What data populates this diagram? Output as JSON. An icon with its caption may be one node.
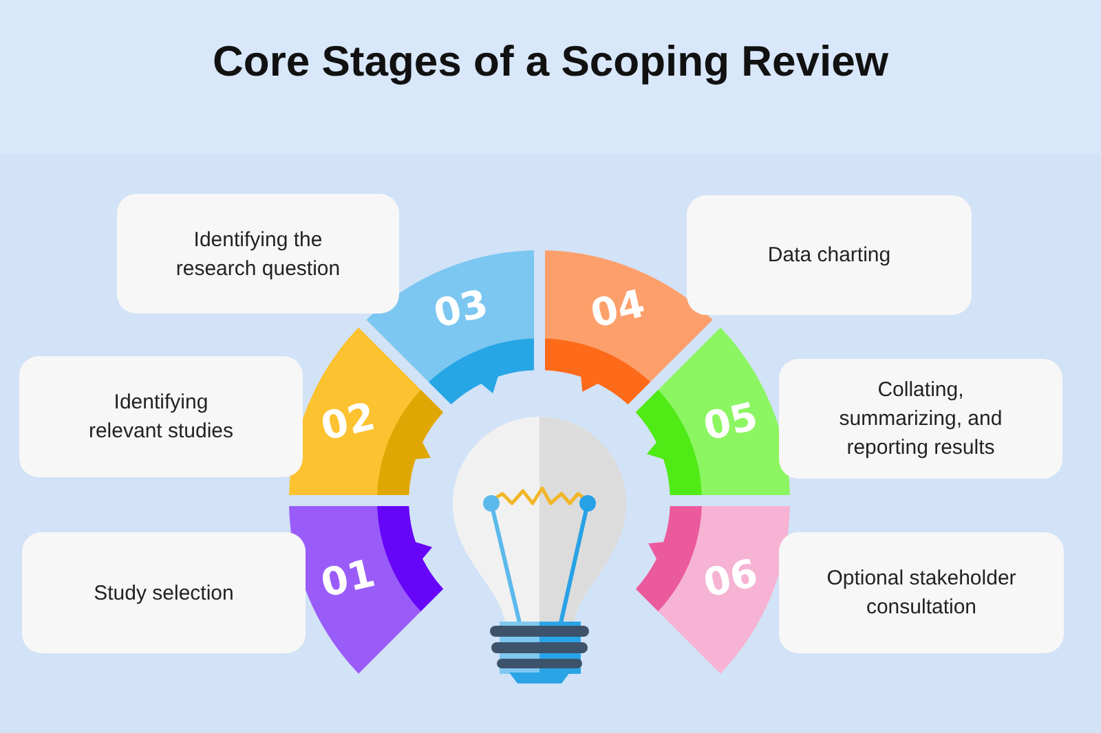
{
  "diagram": {
    "title": "Core Stages of a Scoping Review",
    "nodes": [
      {
        "text": [
          "01"
        ]
      },
      {
        "text": [
          "Study selection"
        ]
      },
      {
        "text": [
          "02"
        ]
      },
      {
        "text": [
          "Identifying relevant studies"
        ]
      },
      {
        "text": [
          "03"
        ]
      },
      {
        "text": [
          "Identifying the research question"
        ]
      },
      {
        "text": [
          "04"
        ]
      },
      {
        "text": [
          "Data charting"
        ]
      },
      {
        "text": [
          "05"
        ]
      },
      {
        "text": [
          "Collating, summarizing, and reporting results"
        ]
      },
      {
        "text": [
          "06"
        ]
      },
      {
        "text": [
          "Optional stakeholder consultation"
        ]
      }
    ]
  }
}
